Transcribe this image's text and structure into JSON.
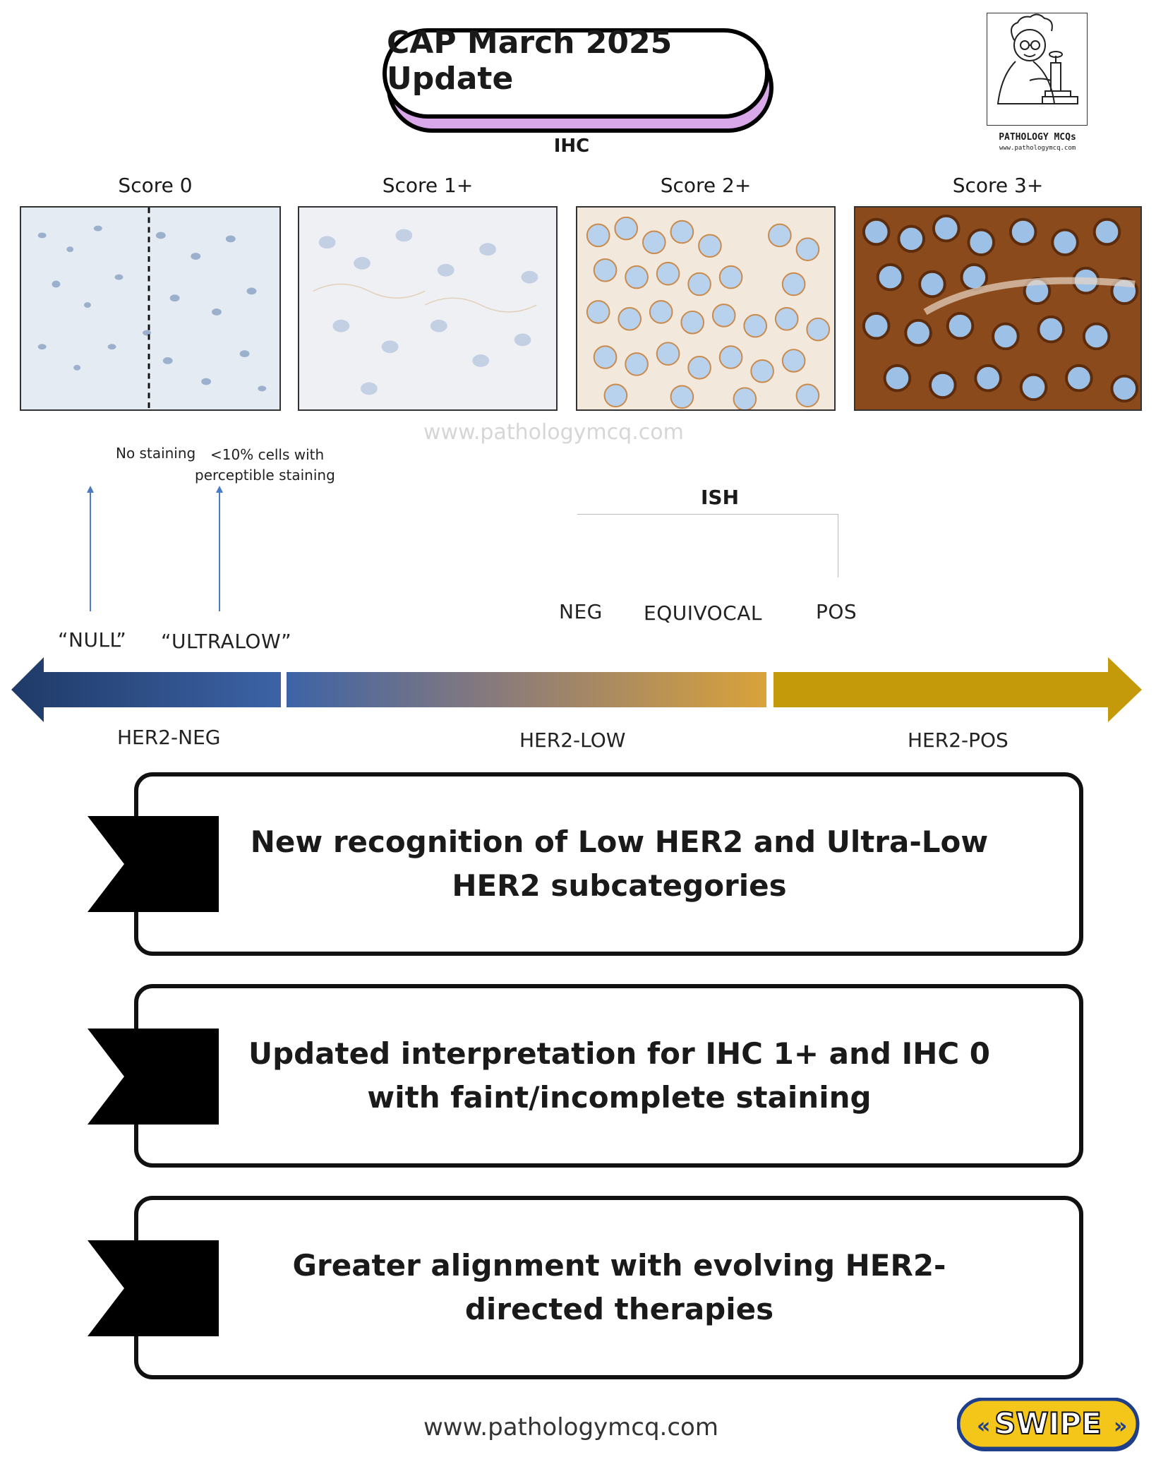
{
  "header": {
    "title": "CAP March 2025 Update",
    "section_label": "IHC"
  },
  "logo": {
    "title": "PATHOLOGY MCQs",
    "url": "www.pathologymcq.com"
  },
  "scores": [
    {
      "label": "Score 0"
    },
    {
      "label": "Score 1+"
    },
    {
      "label": "Score 2+"
    },
    {
      "label": "Score 3+"
    }
  ],
  "watermark": "www.pathologymcq.com",
  "notes": {
    "no_staining": "No staining",
    "perceptible_line1": "<10% cells with",
    "perceptible_line2": "perceptible staining"
  },
  "ish": {
    "label": "ISH",
    "neg": "NEG",
    "equivocal": "EQUIVOCAL",
    "pos": "POS"
  },
  "subcategories": {
    "null": "“NULL”",
    "ultralow": "“ULTRALOW”"
  },
  "scale": {
    "neg": "HER2-NEG",
    "low": "HER2-LOW",
    "pos": "HER2-POS",
    "colors": {
      "neg": "#1f3a68",
      "mid": "#3d63a6",
      "low": "#d9a23a",
      "pos": "#c49a0a"
    }
  },
  "cards": [
    {
      "text": "New recognition of Low HER2 and Ultra-Low HER2 subcategories"
    },
    {
      "text": "Updated interpretation for IHC 1+ and IHC 0 with faint/incomplete staining"
    },
    {
      "text": "Greater alignment with evolving HER2-directed therapies"
    }
  ],
  "footer": {
    "url": "www.pathologymcq.com",
    "swipe_label": "SWIPE"
  }
}
